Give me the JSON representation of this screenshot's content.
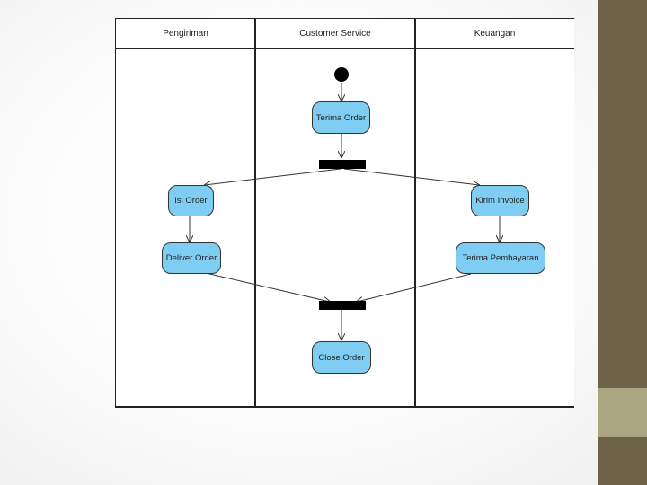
{
  "lanes": {
    "pengiriman": "Pengiriman",
    "customer_service": "Customer Service",
    "keuangan": "Keuangan"
  },
  "activities": {
    "terima_order": "Terima Order",
    "isi_order": "Isi Order",
    "deliver_order": "Deliver Order",
    "kirim_invoice": "Kirim Invoice",
    "terima_pembayaran": "Terima Pembayaran",
    "close_order": "Close Order"
  },
  "colors": {
    "activity_fill": "#7fcdf2",
    "sidebar": "#6b6248",
    "sidebar_accent": "#a9a680"
  }
}
